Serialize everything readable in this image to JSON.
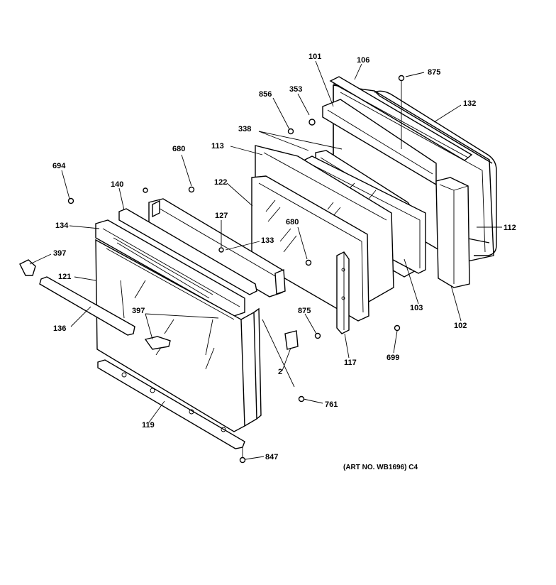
{
  "labels": [
    {
      "key": "l101",
      "text": "101"
    },
    {
      "key": "l106",
      "text": "106"
    },
    {
      "key": "l875a",
      "text": "875"
    },
    {
      "key": "l132",
      "text": "132"
    },
    {
      "key": "l856",
      "text": "856"
    },
    {
      "key": "l353",
      "text": "353"
    },
    {
      "key": "l338",
      "text": "338"
    },
    {
      "key": "l113",
      "text": "113"
    },
    {
      "key": "l680a",
      "text": "680"
    },
    {
      "key": "l694",
      "text": "694"
    },
    {
      "key": "l122",
      "text": "122"
    },
    {
      "key": "l140",
      "text": "140"
    },
    {
      "key": "l127",
      "text": "127"
    },
    {
      "key": "l134",
      "text": "134"
    },
    {
      "key": "l680b",
      "text": "680"
    },
    {
      "key": "l133",
      "text": "133"
    },
    {
      "key": "l112",
      "text": "112"
    },
    {
      "key": "l397a",
      "text": "397"
    },
    {
      "key": "l121",
      "text": "121"
    },
    {
      "key": "l397b",
      "text": "397"
    },
    {
      "key": "l875b",
      "text": "875"
    },
    {
      "key": "l103",
      "text": "103"
    },
    {
      "key": "l102",
      "text": "102"
    },
    {
      "key": "l136",
      "text": "136"
    },
    {
      "key": "l117",
      "text": "117"
    },
    {
      "key": "l699",
      "text": "699"
    },
    {
      "key": "l2",
      "text": "2"
    },
    {
      "key": "l761",
      "text": "761"
    },
    {
      "key": "l119",
      "text": "119"
    },
    {
      "key": "l847",
      "text": "847"
    }
  ],
  "art_number": "(ART NO. WB1696) C4"
}
